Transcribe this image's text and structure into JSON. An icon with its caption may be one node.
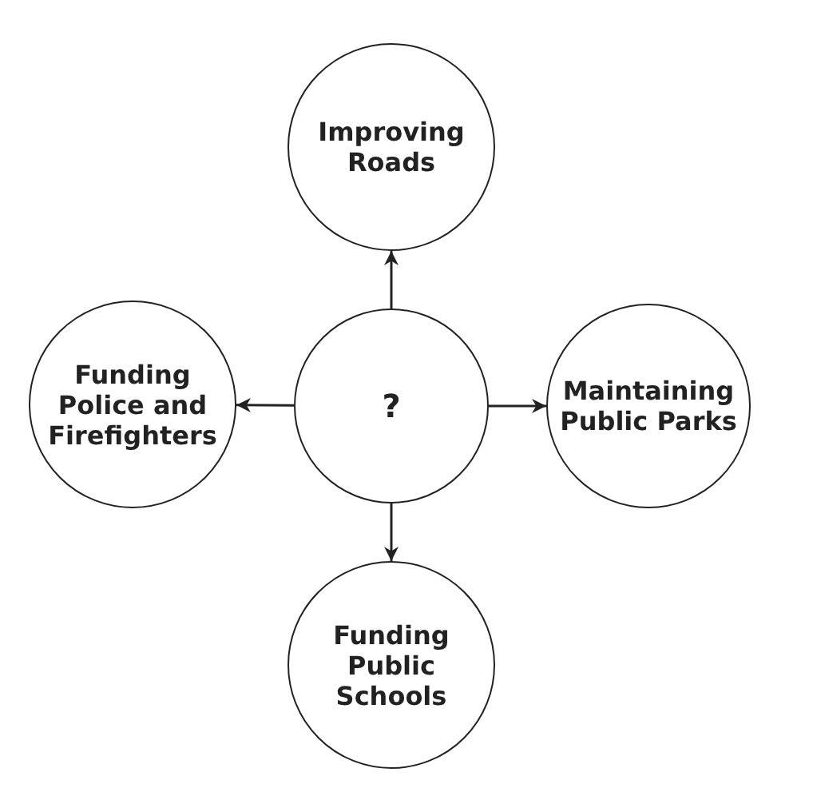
{
  "diagram": {
    "nodes": [
      {
        "text": [
          "Improving Roads"
        ]
      },
      {
        "text": [
          "Funding Police and Firefighters"
        ]
      },
      {
        "text": [
          "?"
        ]
      },
      {
        "text": [
          "Maintaining Public Parks"
        ]
      },
      {
        "text": [
          "Funding Public Schools"
        ]
      }
    ],
    "edges": [
      {
        "from": 2,
        "to": 0,
        "arrow": "to"
      },
      {
        "from": 2,
        "to": 1,
        "arrow": "to"
      },
      {
        "from": 2,
        "to": 3,
        "arrow": "to"
      },
      {
        "from": 2,
        "to": 4,
        "arrow": "to"
      }
    ]
  }
}
